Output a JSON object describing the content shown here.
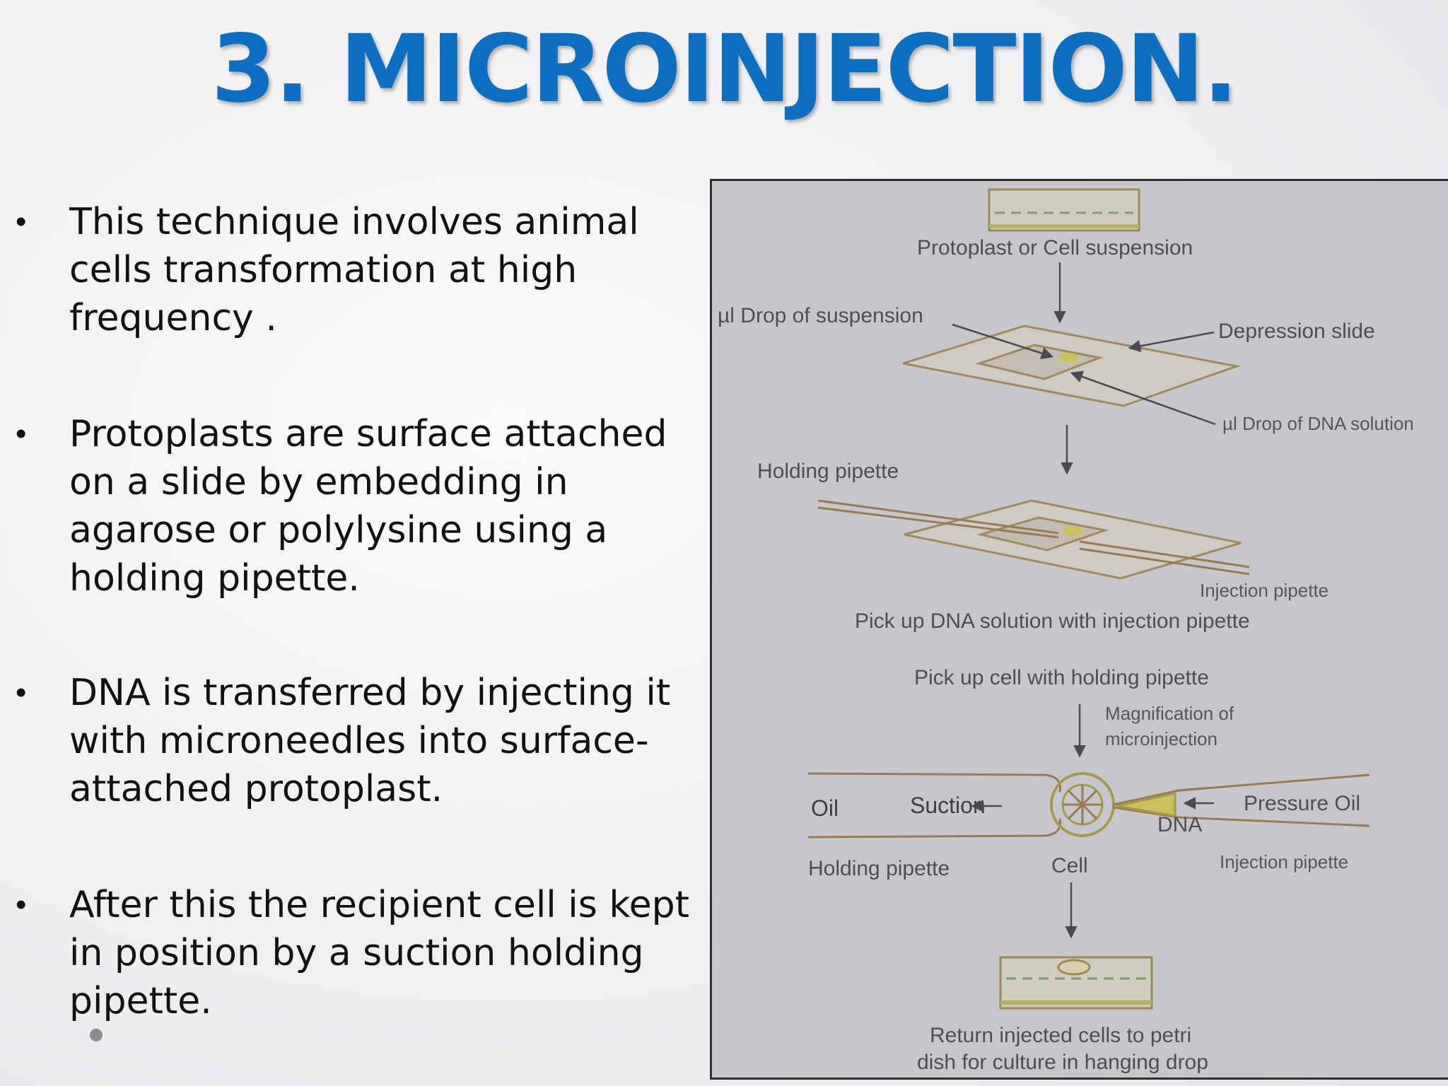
{
  "slide": {
    "title": "3. MICROINJECTION.",
    "bullet_glyph": "•",
    "bullets": [
      "This technique involves animal cells transformation at  high frequency  .",
      "Protoplasts are surface attached on a slide by embedding in agarose or polylysine using a holding pipette.",
      "DNA is transferred by injecting it with microneedles into surface-attached protoplast.",
      "After this the recipient cell is kept in position by a suction holding pipette."
    ]
  },
  "figure": {
    "labels": {
      "cell_suspension": "Protoplast or Cell suspension",
      "drop_suspension": "µl Drop of suspension",
      "depression_slide": "Depression slide",
      "drop_dna": "µl Drop of DNA solution",
      "holding_pipette_top": "Holding pipette",
      "injection_pipette_top": "Injection pipette",
      "pick_dna": "Pick up DNA solution with injection pipette",
      "pick_cell": "Pick up cell with holding pipette",
      "magnification_1": "Magnification of",
      "magnification_2": "microinjection",
      "oil": "Oil",
      "suction": "Suction",
      "pressure_oil": "Pressure Oil",
      "dna": "DNA",
      "holding_pipette_bottom": "Holding pipette",
      "cell": "Cell",
      "injection_pipette_bottom": "Injection pipette",
      "return_1": "Return injected cells to petri",
      "return_2": "dish for culture in hanging drop"
    }
  }
}
